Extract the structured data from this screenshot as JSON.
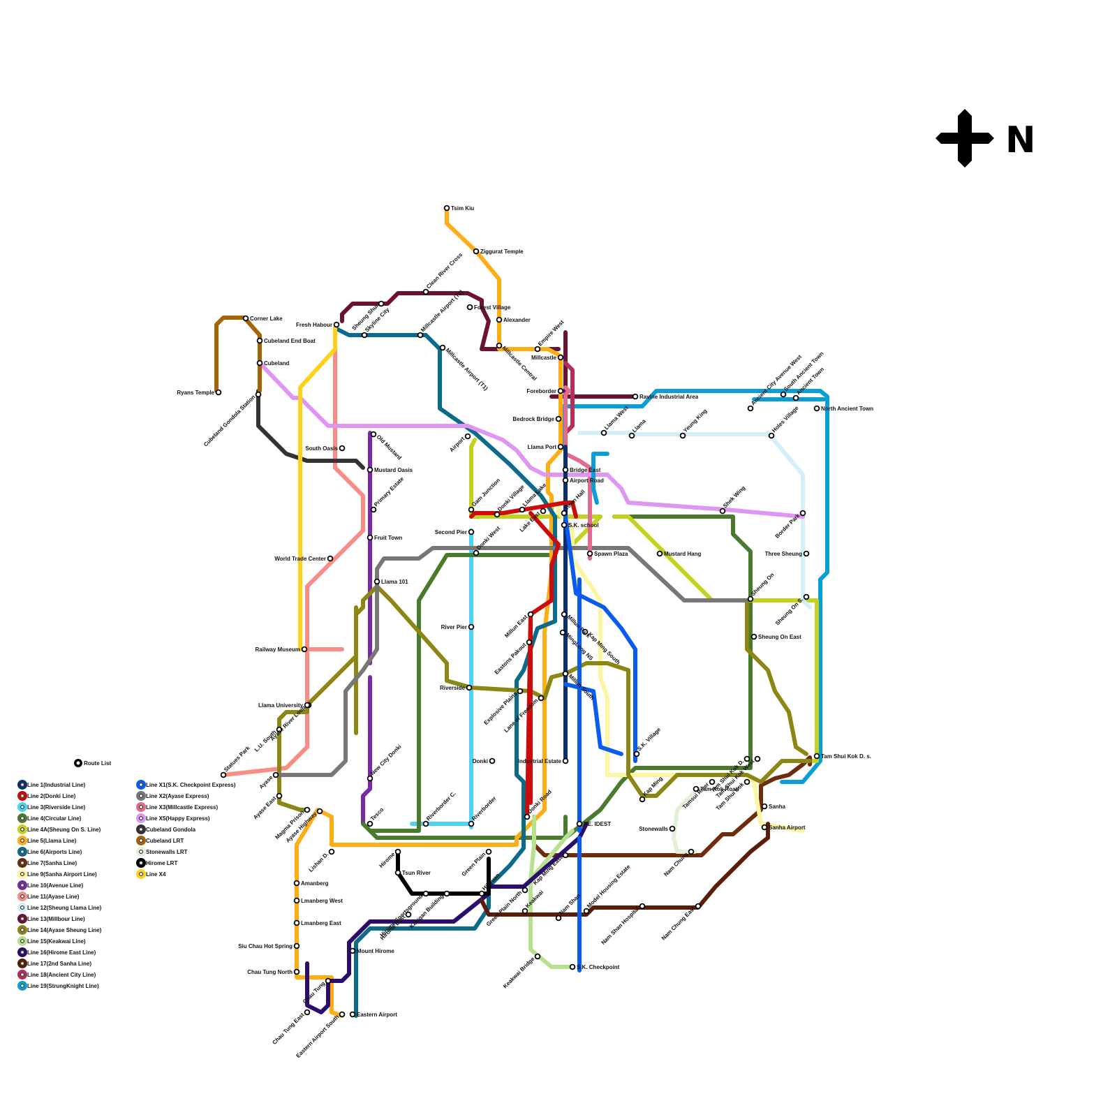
{
  "map": {
    "compass": {
      "icon": "north-arrow-compass-icon",
      "letter": "N"
    },
    "legend": {
      "route_list_label": "Route List",
      "lines": [
        {
          "name": "Line 1(Industrial Line)",
          "color": "#0b2f6e"
        },
        {
          "name": "Line 2(Donki Line)",
          "color": "#cc0b0b"
        },
        {
          "name": "Line 3(Riverside Line)",
          "color": "#4fd3f5"
        },
        {
          "name": "Line 4(Circular Line)",
          "color": "#4a7a2b"
        },
        {
          "name": "Line 4A(Sheung On S. Line)",
          "color": "#c3d21f"
        },
        {
          "name": "Line 5(Llama Line)",
          "color": "#ffad14"
        },
        {
          "name": "Line 6(Airports Line)",
          "color": "#0d6b8a"
        },
        {
          "name": "Line 7(Sanha Line)",
          "color": "#6e2c0d"
        },
        {
          "name": "Line 9(Sanha Airport Line)",
          "color": "#fdf5a0"
        },
        {
          "name": "Line 10(Avenue Line)",
          "color": "#7a2aa6"
        },
        {
          "name": "Line 11(Ayase Line)",
          "color": "#f98c85"
        },
        {
          "name": "Line 12(Sheung Llama Line)",
          "color": "#d2effa"
        },
        {
          "name": "Line 13(Millbour Line)",
          "color": "#6b1233"
        },
        {
          "name": "Line 14(Ayase Sheung Line)",
          "color": "#8c8612"
        },
        {
          "name": "Line 15(Keakwai Line)",
          "color": "#b7e08f"
        },
        {
          "name": "Line 16(Hirome East Line)",
          "color": "#2a0d6e"
        },
        {
          "name": "Line 17(2nd Sanha Line)",
          "color": "#5a1d0a"
        },
        {
          "name": "Line 18(Ancient City Line)",
          "color": "#b82c5a"
        },
        {
          "name": "Line 19(StrungKnight Line)",
          "color": "#0a9ed6"
        },
        {
          "name": "Line X1(S.K. Checkpoint Express)",
          "color": "#0a5cf0"
        },
        {
          "name": "Line X2(Ayase Express)",
          "color": "#777777"
        },
        {
          "name": "Line X3(Millcastle Express)",
          "color": "#e06b8f"
        },
        {
          "name": "Line X5(Happy Express)",
          "color": "#de96f2"
        },
        {
          "name": "Cubeland Gondola",
          "color": "#333333"
        },
        {
          "name": "Cubeland LRT",
          "color": "#a66408"
        },
        {
          "name": "Stonewalls LRT",
          "color": "#e3f0d8"
        },
        {
          "name": "Hirome LRT",
          "color": "#000000"
        },
        {
          "name": "Line X4",
          "color": "#ffd21a"
        }
      ]
    },
    "stations": [
      "Tsim Kiu",
      "Ziggurat Temple",
      "Forest Village",
      "Alexander",
      "Clean River Cross",
      "Sheung Shui",
      "Millcastle Airport (T2)",
      "Millcastle Airport (T1)",
      "Skyline City",
      "Fresh Habour",
      "Corner Lake",
      "Cubeland End Boat",
      "Cubeland",
      "Ryans Temple",
      "Cubeland Gondola Station",
      "Empire West",
      "Millcastle Central",
      "Millcastle",
      "Foreborder",
      "Ravine Industrial Area",
      "Bedrock Bridge",
      "Llama Port",
      "Llama West",
      "Llama",
      "Yeung King",
      "Ancient City Avenue West",
      "South Ancient Town",
      "Ancient Town",
      "North Ancient Town",
      "Holes Village",
      "Border Park",
      "Three Sheung",
      "Sheung On",
      "Sheung On S.",
      "Sheung On East",
      "Shek Wing",
      "Mustard Hang",
      "South Oasis",
      "Old Mustard",
      "Mustard Oasis",
      "Airport",
      "Bridge East",
      "Airport Road",
      "Primary Estate",
      "Fruit Town",
      "Llama 101",
      "World Trade Center",
      "Gam Junction",
      "Donki Village",
      "Llama Lake",
      "Lake East",
      "Town Hall",
      "S.K. school",
      "Second Pier",
      "Donki West",
      "Spawn Plaza",
      "Millun East",
      "Eastons Pakout",
      "Millun Park",
      "MingLong NS",
      "Kap Ming South",
      "River Pier",
      "Railway Museum",
      "Ayase River Loop",
      "Explosive Plains",
      "Millun South",
      "Riverside",
      "Lane of Freedom",
      "Llama University",
      "L.U. South",
      "Statues Park",
      "Ayase",
      "New City Donki",
      "Donki",
      "Industrial Estate",
      "S.K. Village",
      "Tam Shui Kok D.",
      "Tam Shui Kok West",
      "Tam Shui Kok D. s.",
      "Tamsui River",
      "Tam Shui Kok",
      "Tam Kok Road",
      "Kap Ming",
      "Sanha",
      "Sanha Airport",
      "Ayase East",
      "Magma Prison",
      "Ayase Highway",
      "Lishan D.",
      "Riverborder C.",
      "Riverborder",
      "Donki Road",
      "NE. IDEST",
      "Tesco",
      "Stonewalls",
      "Hirome",
      "Tsun River",
      "Green Plain",
      "Kap Ming East",
      "Nam Chung",
      "Amanberg",
      "Lmanberg West",
      "Lmanberg East",
      "Hirome Sportsground",
      "Hirome East",
      "Kakigan Building",
      "Hillyuan",
      "Green Plain North",
      "Keakwai",
      "Nam Shan",
      "Model Housing Estate",
      "Nam Shan Hospital",
      "Nam Chung East",
      "Siu Chau Hot Spring",
      "Mount Hirome",
      "Chau Tung North",
      "Chau Tung",
      "Chau Tung East",
      "Eastern Airport South",
      "Eastern Airport",
      "Keakwai Bridge",
      "S.K. Checkpoint"
    ]
  }
}
